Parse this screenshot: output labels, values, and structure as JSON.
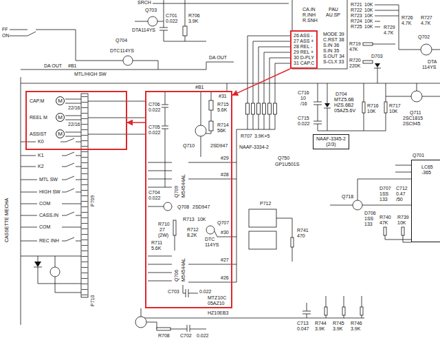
{
  "diagram": {
    "nodes": [
      {
        "text": [
          "26 ASS -",
          "27 ASS +",
          "28 REL -",
          "29 REL +",
          "30 D-PLY",
          "31 CAP.C"
        ]
      },
      {
        "text": [
          "K0"
        ]
      },
      {
        "text": [
          "CAP.M",
          "M"
        ],
        "in": 1
      },
      {
        "text": [
          "REEL M",
          "M"
        ],
        "in": 1
      },
      {
        "text": [
          "ASSIST",
          "M"
        ],
        "in": 1
      },
      {
        "text": [
          "#31"
        ]
      },
      {
        "text": [
          "Q709",
          "M54544AL"
        ],
        "in": 5
      },
      {
        "text": [
          "Q706",
          "M54544AL"
        ],
        "in": 5
      },
      {
        "text": [
          "NAAF-3345-2",
          "(2/3)"
        ]
      },
      {
        "text": [
          "LC65",
          "-365"
        ]
      }
    ],
    "edges": [
      {
        "from": 0,
        "to": 5,
        "arrow": "to"
      },
      {
        "from": 5,
        "to": 1,
        "arrow": "to"
      }
    ],
    "labels": [
      "SRCH",
      "C701",
      "0.022",
      "R706",
      "3.9K",
      "Q703",
      "DTA114YS",
      "Q704",
      "DTC114YS",
      "FF",
      "ON",
      "DA OUT",
      "#B1",
      "MTL/HIGH SW",
      "DA OUT",
      "#B1",
      "R707",
      "3.9K×5",
      "NAAF-3334-2",
      "CASSETTE MECHA",
      "K1",
      "K2",
      "MTL SW",
      "HIGH SW",
      "COM",
      "CASS.IN",
      "COM",
      "REC INH",
      "P709",
      "P710",
      "22/16",
      "22/16",
      "R715",
      "5.6K",
      "R714",
      "56K",
      "Q710",
      "2SD947",
      "C706",
      "0.022",
      "C705",
      "0.022",
      "#29",
      "#28",
      "C704",
      "0.022",
      "Q708",
      "2SD947",
      "R713",
      "10K",
      "Q707",
      "R710",
      "27",
      "(2W)",
      "R712",
      "8.2K",
      "R711",
      "5.6K",
      "DTC",
      "114YS",
      "#30",
      "#27",
      "#26",
      "C703",
      "0.022",
      "MTZ10C",
      "05AZ10",
      "HZ10EB3",
      "C716",
      "10",
      "/16",
      "C715",
      "0.022",
      "D704",
      "MTZ5.6B",
      "HZS.6B2",
      "05AZ5.6V",
      "R716",
      "10K",
      "R717",
      "10K",
      "Q711",
      "2SC1815",
      "2SC945",
      "Q750",
      "GP1U501S",
      "Q701",
      "D707",
      "1SS",
      "133",
      "C712",
      "0.47",
      "/50",
      "D706",
      "1SS",
      "133",
      "R740",
      "47K",
      "R739",
      "10K",
      "Q718",
      "P712",
      "R741",
      "470",
      "C713",
      "0.047",
      "R744",
      "3.9K",
      "R745",
      "3.9K",
      "R746",
      "3.9K",
      "R708",
      "C702",
      "0.022",
      "CA.IN",
      "R.INH",
      "R.SNH",
      "PAU",
      "AU.SP",
      "MODE 39",
      "C.RST 38",
      "S.IN 36",
      "S.IN 35",
      "S.OUT 34",
      "S-CLX 33",
      "R719",
      "47K",
      "R720",
      "220K",
      "D703",
      "R721",
      "10K",
      "R722",
      "10K",
      "R723",
      "10K",
      "R724",
      "10K",
      "R725",
      "10K",
      "R729",
      "4.7K",
      "R726",
      "4.7K",
      "R727",
      "4.7K",
      "Q702",
      "DTA",
      "114YS"
    ]
  }
}
